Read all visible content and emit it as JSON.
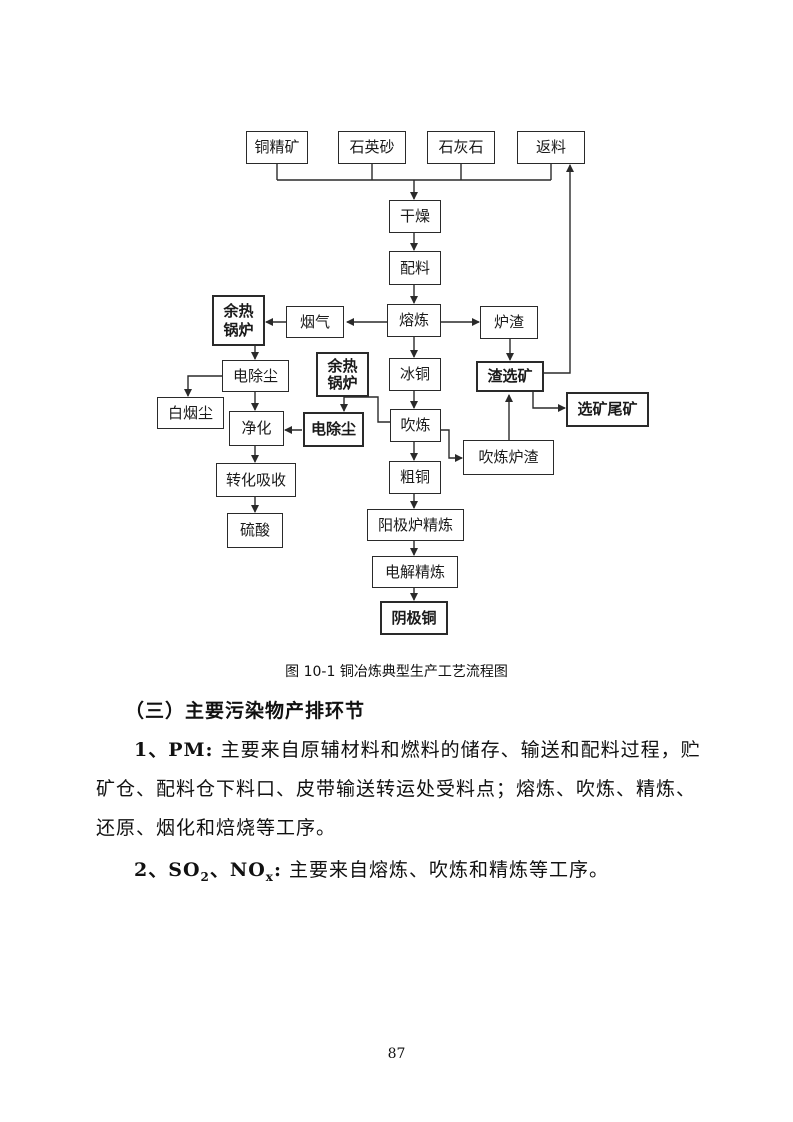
{
  "flowchart": {
    "nodes": {
      "copper_concentrate": "铜精矿",
      "quartz_sand": "石英砂",
      "limestone": "石灰石",
      "return_material": "返料",
      "drying": "干燥",
      "batching": "配料",
      "smelting": "熔炼",
      "flue_gas": "烟气",
      "waste_heat_boiler_1": "余热\n锅炉",
      "slag": "炉渣",
      "slag_flotation": "渣选矿",
      "flotation_tailings": "选矿尾矿",
      "esp_dust_1": "电除尘",
      "white_dust": "白烟尘",
      "matte": "冰铜",
      "waste_heat_boiler_2": "余热\n锅炉",
      "purification": "净化",
      "esp_dust_2": "电除尘",
      "converting": "吹炼",
      "converter_slag": "吹炼炉渣",
      "conversion_absorption": "转化吸收",
      "blister_copper": "粗铜",
      "sulfuric_acid": "硫酸",
      "anode_refining": "阳极炉精炼",
      "electrolytic_refining": "电解精炼",
      "cathode_copper": "阴极铜"
    }
  },
  "figure_caption": "图 10-1   铜冶炼典型生产工艺流程图",
  "section_heading": "（三）主要污染物产排环节",
  "paragraphs": [
    {
      "lead": "1、PM:",
      "text": " 主要来自原辅材料和燃料的储存、输送和配料过程，贮矿仓、配料仓下料口、皮带输送转运处受料点；熔炼、吹炼、精炼、还原、烟化和焙烧等工序。"
    },
    {
      "lead_parts": [
        "2、SO",
        "2",
        "、NO",
        "x",
        ":"
      ],
      "text": " 主要来自熔炼、吹炼和精炼等工序。"
    }
  ],
  "page_number": "87",
  "colors": {
    "line": "#2a2a2a",
    "text": "#111111",
    "background": "#ffffff"
  }
}
